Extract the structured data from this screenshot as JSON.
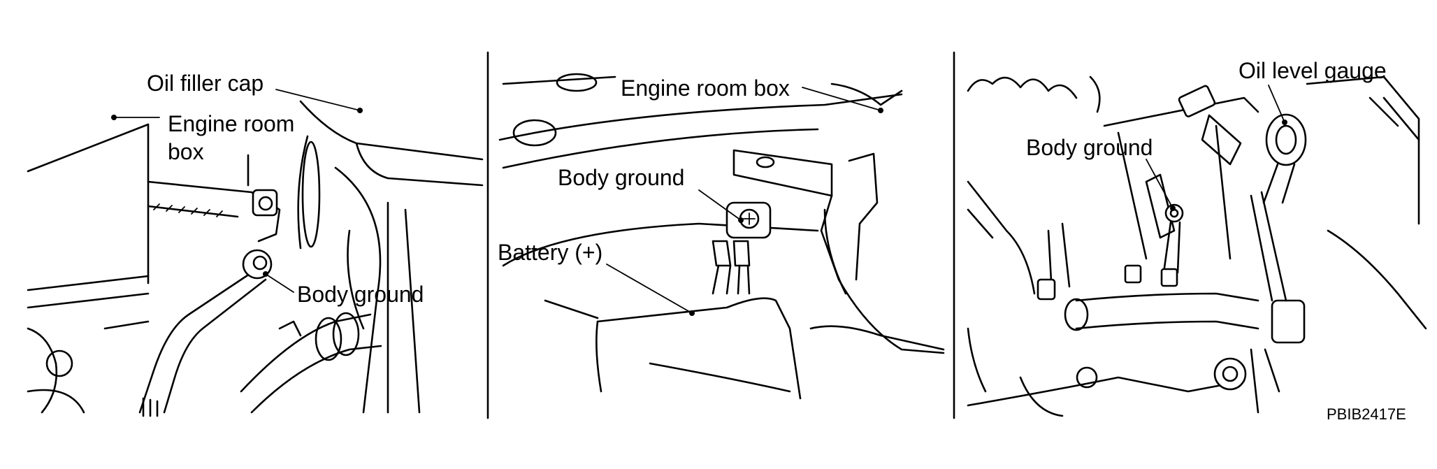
{
  "panels": [
    {
      "labels": {
        "oil_filler_cap": "Oil filler cap",
        "engine_room_box_line1": "Engine room",
        "engine_room_box_line2": "box",
        "body_ground": "Body ground"
      }
    },
    {
      "labels": {
        "engine_room_box": "Engine room box",
        "body_ground": "Body ground",
        "battery": "Battery (+)"
      }
    },
    {
      "labels": {
        "oil_level_gauge": "Oil level gauge",
        "body_ground": "Body ground"
      }
    }
  ],
  "figure_code": "PBIB2417E",
  "colors": {
    "ink": "#000000",
    "paper": "#ffffff"
  }
}
